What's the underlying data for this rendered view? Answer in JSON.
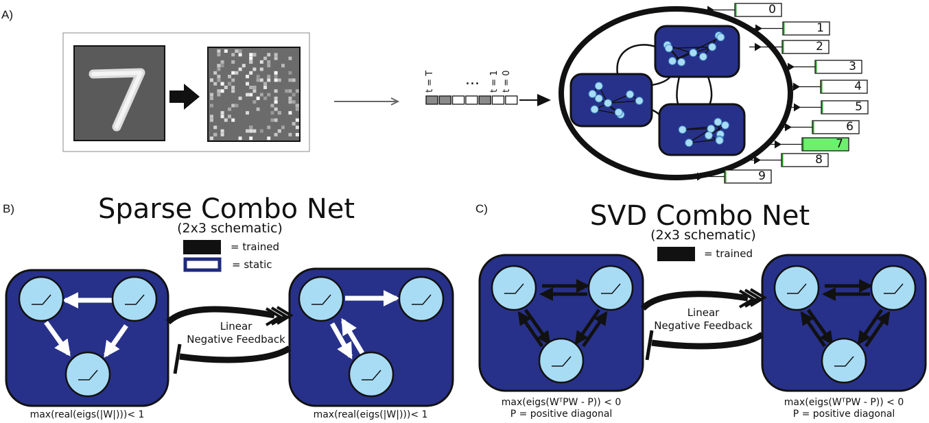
{
  "panels": {
    "a": {
      "label": "A)"
    },
    "b": {
      "label": "B)",
      "title": "Sparse Combo Net",
      "subtitle": "(2x3 schematic)",
      "legend": [
        {
          "text": "= trained",
          "style": "filled"
        },
        {
          "text": "= static",
          "style": "outlined"
        }
      ],
      "feedback": [
        "Linear",
        "Negative Feedback"
      ],
      "captions": [
        "max(real(eigs(|W|)))< 1",
        "max(real(eigs(|W|)))< 1"
      ]
    },
    "c": {
      "label": "C)",
      "title": "SVD Combo Net",
      "subtitle": "(2x3 schematic)",
      "legend": [
        {
          "text": "= trained",
          "style": "filled"
        }
      ],
      "feedback": [
        "Linear",
        "Negative Feedback"
      ],
      "captions": [
        [
          "max(eigs(WᵀPW - P)) < 0",
          "P = positive diagonal"
        ],
        [
          "max(eigs(WᵀPW - P)) < 0",
          "P = positive diagonal"
        ]
      ]
    }
  },
  "sequence": {
    "labels": [
      "t = T",
      "...",
      "t = 1",
      "t = 0"
    ],
    "cells": [
      "gray",
      "gray",
      "white",
      "white",
      "gray",
      "white",
      "white"
    ]
  },
  "outputs": {
    "labels": [
      "0",
      "1",
      "2",
      "3",
      "4",
      "5",
      "6",
      "7",
      "8",
      "9"
    ],
    "highlighted": "7"
  },
  "colors": {
    "module_fill": "#27318a",
    "node_fill": "#a8dcf5",
    "highlight": "#6ef06e",
    "tick": "#2aa02a"
  }
}
